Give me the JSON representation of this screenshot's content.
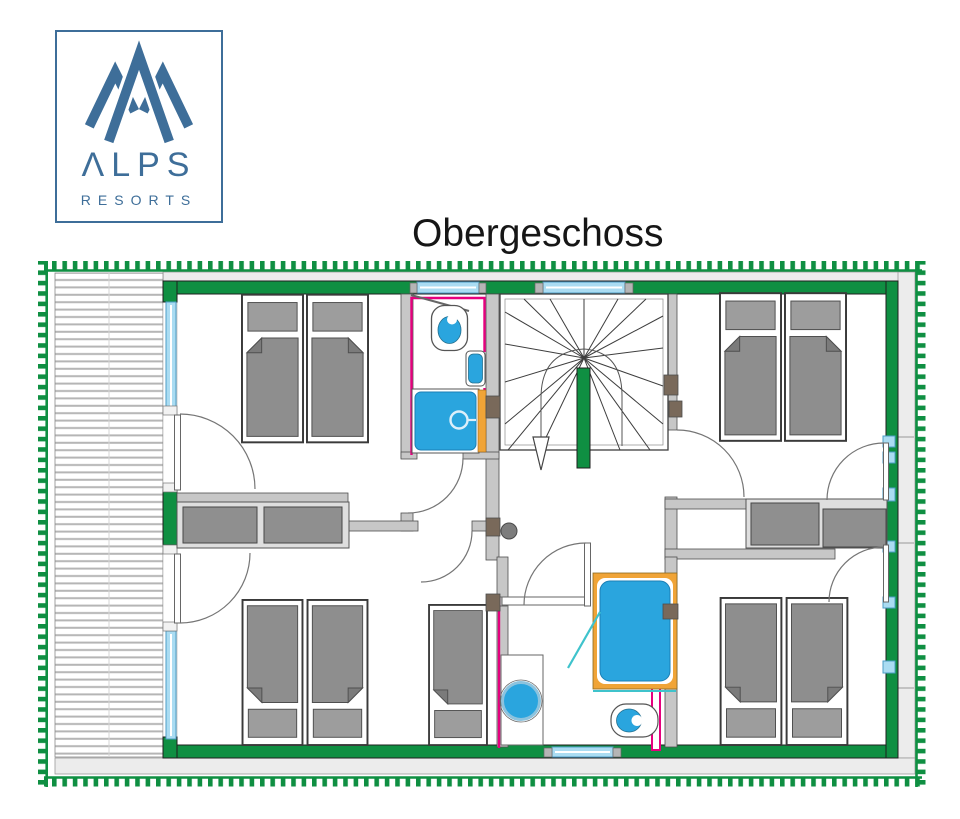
{
  "title": "Obergeschoss",
  "logo": {
    "name": "ΛLPS",
    "subtitle": "RESORTS"
  },
  "colors": {
    "wall_green": "#0f8f42",
    "magenta": "#e6007e",
    "fixture_blue": "#2aa5de",
    "window_blue": "#aadcf2",
    "window_border": "#4d9ec7",
    "orange": "#f0a437",
    "teal": "#3fc3cc",
    "wall_gray": "#c7c7c7",
    "furniture_gray": "#8f8f8f",
    "furniture_light": "#dedede",
    "pier_brown": "#79695a",
    "logo_blue": "#3e6e99",
    "title_color": "#161616"
  }
}
